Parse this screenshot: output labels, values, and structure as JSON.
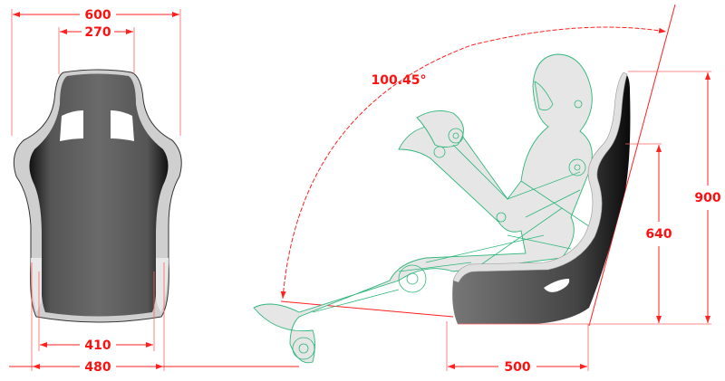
{
  "front_view": {
    "overall_width": "600",
    "headrest_width": "270",
    "seat_inner_width": "410",
    "base_width": "480"
  },
  "side_view": {
    "base_depth": "500",
    "shoulder_height": "640",
    "overall_height": "900",
    "recline_angle": "100.45°"
  },
  "colors": {
    "dimension": "#ff1010",
    "figure_outline": "#2db77a",
    "seat": "#5a5a5a"
  }
}
